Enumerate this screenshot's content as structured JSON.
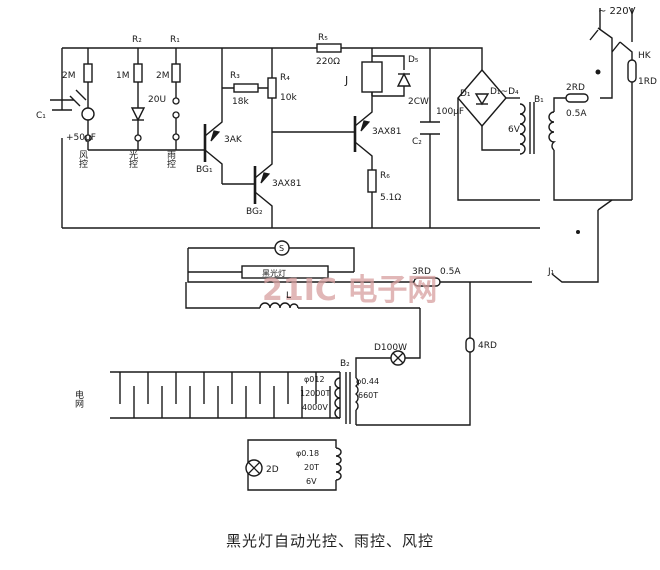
{
  "caption": "黑光灯自动光控、雨控、风控",
  "watermark": "21IC 电子网",
  "components": {
    "R2": "R₂",
    "R1": "R₁",
    "R3": "R₃",
    "R4": "R₄",
    "R5": "R₅",
    "R6": "R₆",
    "r_2m_a": "2M",
    "r_1m": "1M",
    "r_2m_b": "2M",
    "r_18k": "18k",
    "r4_val": "10k",
    "r5_val": "220Ω",
    "r6_val": "5.1Ω",
    "C1": "C₁",
    "C1_val": "+50μF",
    "C2": "C₂",
    "C2_val": "100μF",
    "D1": "D₁",
    "D5": "D₅",
    "D1_4": "D₁~D₄",
    "zener": "2CW",
    "led": "20U",
    "J": "J",
    "j_contact": "J₁",
    "bg1_type": "3AK",
    "bg1": "BG₁",
    "bg2_type": "3AX81",
    "bg2": "BG₂",
    "bg3_type": "3AX81",
    "B1": "B₁",
    "B1_v": "6V",
    "fuse1": "2RD",
    "fuse1_a": "0.5A",
    "mains": "~ 220V",
    "HK": "HK",
    "fuse2": "1RD",
    "fuse3": "3RD",
    "fuse3_a": "0.5A",
    "fuse4": "4RD",
    "lamp_s": "S",
    "lamp_label": "黑光灯",
    "ballast": "L",
    "B2": "B₂",
    "D100": "D100W",
    "b2_w1a": "φ012",
    "b2_w1b": "12000T",
    "b2_w1c": "4000V",
    "b2_w2a": "φ0.44",
    "b2_w2b": "660T",
    "b3_a": "φ0.18",
    "b3_b": "20T",
    "b3_c": "6V",
    "lamp2": "2D",
    "grid": "电网",
    "s_wind": "风控",
    "s_light": "光控",
    "s_rain": "雨控"
  }
}
